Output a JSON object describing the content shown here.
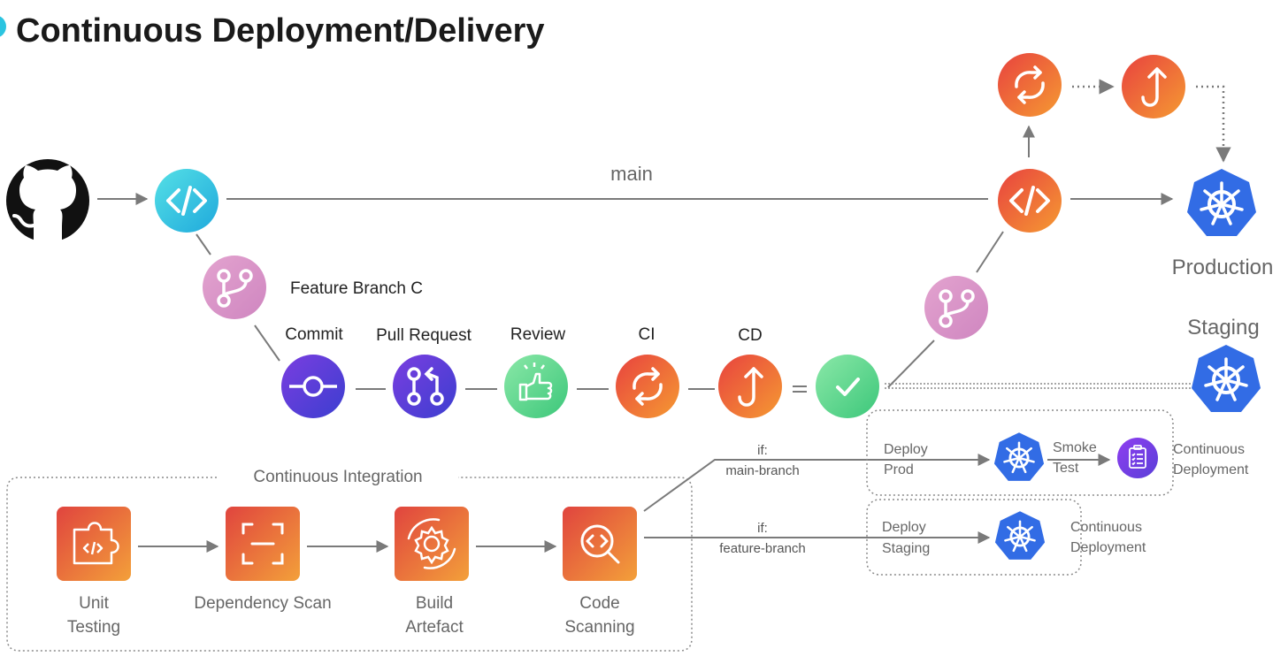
{
  "title": "Continuous Deployment/Delivery",
  "branches": {
    "main": "main",
    "feature": "Feature Branch C"
  },
  "environments": {
    "production": "Production",
    "staging": "Staging"
  },
  "pipeline_steps": {
    "commit": "Commit",
    "pull_request": "Pull Request",
    "review": "Review",
    "ci": "CI",
    "cd": "CD"
  },
  "ci_box": {
    "title": "Continuous Integration",
    "steps": [
      {
        "line1": "Unit",
        "line2": "Testing"
      },
      {
        "line1": "Dependency Scan",
        "line2": ""
      },
      {
        "line1": "Build",
        "line2": "Artefact"
      },
      {
        "line1": "Code",
        "line2": "Scanning"
      }
    ]
  },
  "conditions": {
    "main": {
      "line1": "if:",
      "line2": "main-branch"
    },
    "feature": {
      "line1": "if:",
      "line2": "feature-branch"
    }
  },
  "deploy_prod": {
    "deploy_line1": "Deploy",
    "deploy_line2": "Prod",
    "smoke_line1": "Smoke",
    "smoke_line2": "Test",
    "result_line1": "Continuous",
    "result_line2": "Deployment"
  },
  "deploy_staging": {
    "deploy_line1": "Deploy",
    "deploy_line2": "Staging",
    "result_line1": "Continuous",
    "result_line2": "Deployment"
  },
  "colors": {
    "title_text": "#1a1a1a",
    "label_text": "#666666",
    "dark_label": "#222222",
    "line": "#8a8a8a",
    "kubernetes_blue": "#326ce5",
    "code_teal": "#2bc4e0",
    "branch_pink": "#d48dc4",
    "commit_purple": "#5b3fd6",
    "review_green": "#5fd38d",
    "orange": "#ee6a33"
  },
  "icons": {
    "repo": "github-icon",
    "code": "code-icon",
    "branch": "git-branch-icon",
    "commit": "git-commit-icon",
    "pull_request": "pull-request-icon",
    "review": "thumbs-up-icon",
    "ci": "sync-icon",
    "cd": "deploy-arrow-icon",
    "check": "check-icon",
    "kubernetes": "kubernetes-helm-icon",
    "smoke_test": "clipboard-checklist-icon",
    "unit_testing": "puzzle-code-icon",
    "dependency_scan": "scan-frame-icon",
    "build": "gear-icon",
    "code_scanning": "magnifier-code-icon"
  }
}
